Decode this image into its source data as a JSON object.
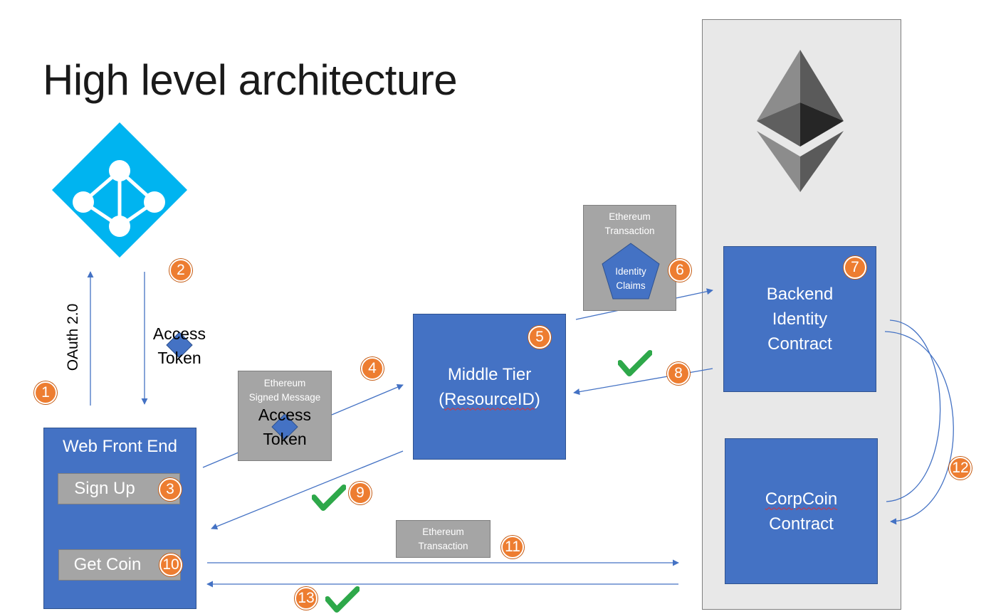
{
  "slide": {
    "title": "High level architecture"
  },
  "nodes": {
    "web_front_end": "Web Front End",
    "sign_up": "Sign Up",
    "get_coin": "Get Coin",
    "middle_tier_line1": "Middle Tier",
    "middle_tier_line2_pre": "(",
    "middle_tier_resource": "ResourceID",
    "middle_tier_line2_post": ")",
    "backend_line1": "Backend",
    "backend_line2": "Identity",
    "backend_line3": "Contract",
    "corpcoin_line1": "CorpCoin",
    "corpcoin_line2": "Contract"
  },
  "messages": {
    "oauth": "OAuth 2.0",
    "access_token_1_line1": "Access",
    "access_token_1_line2": "Token",
    "signed_msg_line1": "Ethereum",
    "signed_msg_line2": "Signed Message",
    "access_token_2_line1": "Access",
    "access_token_2_line2": "Token",
    "tx1_line1": "Ethereum",
    "tx1_line2": "Transaction",
    "identity_line1": "Identity",
    "identity_line2": "Claims",
    "tx2_line1": "Ethereum",
    "tx2_line2": "Transaction"
  },
  "steps": [
    "1",
    "2",
    "3",
    "4",
    "5",
    "6",
    "7",
    "8",
    "9",
    "10",
    "11",
    "12",
    "13"
  ],
  "icons": {
    "identity_provider": "azure-active-directory-icon",
    "blockchain": "ethereum-logo-icon",
    "token": "diamond-token-icon",
    "success": "green-checkmark-icon"
  },
  "colors": {
    "node_blue": "#4472c4",
    "message_grey": "#a5a5a5",
    "step_orange": "#ed7d31",
    "azure_cyan": "#00b4f0",
    "check_green": "#2ea84a",
    "arrow": "#4472c4"
  }
}
